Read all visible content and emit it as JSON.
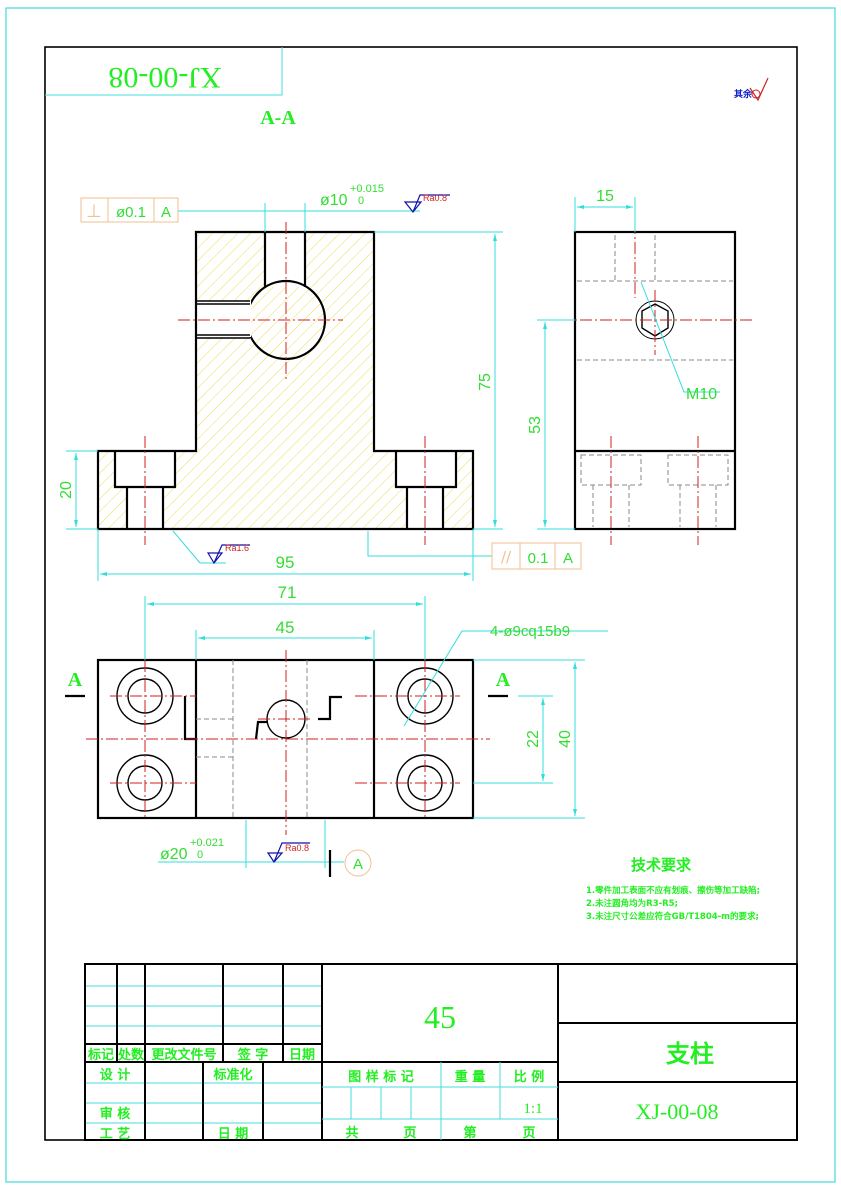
{
  "drawing": {
    "corner_code_rotated": "XJ-00-08",
    "section_label": "A-A",
    "section_marker_left": "A",
    "section_marker_right": "A",
    "roughness_note_symbol": "其余",
    "colors": {
      "outline": "#000000",
      "centerline": "#cc2222",
      "dimension": "#33dddd",
      "dimension_text": "#33dd33",
      "hatch": "#eedd55",
      "frame_outer": "#44dddd",
      "tolerance_frame": "#f0c090",
      "roughness_text": "#cc2222",
      "roughness_symbol": "#1111aa"
    }
  },
  "front_view": {
    "hole_dim_main": "ø10",
    "hole_dim_upper": "+0.015",
    "hole_dim_lower": "0",
    "roughness_top": "Ra0.8",
    "roughness_bottom": "Ra1.6",
    "height_total": "75",
    "height_base": "20",
    "width_total": "95",
    "perpendicularity": {
      "symbol": "⊥",
      "tolerance": "ø0.1",
      "datum": "A"
    },
    "parallelism": {
      "symbol": "//",
      "tolerance": "0.1",
      "datum": "A"
    }
  },
  "side_view": {
    "width_dim": "15",
    "height_dim": "53",
    "thread_label": "M10"
  },
  "top_view": {
    "hole_spacing": "71",
    "inner_width": "45",
    "hole_callout": "4-ø9cq15b9",
    "hole_pitch_y": "22",
    "depth_total": "40",
    "bore_dim_main": "ø20",
    "bore_dim_upper": "+0.021",
    "bore_dim_lower": "0",
    "roughness": "Ra0.8",
    "datum_label": "A"
  },
  "technical_requirements": {
    "title": "技术要求",
    "items": [
      "1.零件加工表面不应有划痕、擦伤等加工缺陷;",
      "2.未注圆角均为R3-R5;",
      "3.未注尺寸公差应符合GB/T1804-m的要求;"
    ]
  },
  "title_block": {
    "headers": [
      "标记",
      "处数",
      "更改文件号",
      "签 字",
      "日期"
    ],
    "design": "设 计",
    "standardization": "标准化",
    "review": "审 核",
    "process": "工 艺",
    "date": "日 期",
    "material": "45",
    "pattern_mark": "图 样 标 记",
    "weight": "重 量",
    "scale_label": "比 例",
    "scale_value": "1:1",
    "total_pages": "共",
    "pages_unit": "页",
    "page_no": "第",
    "page_unit2": "页",
    "part_name": "支柱",
    "drawing_no": "XJ-00-08"
  }
}
